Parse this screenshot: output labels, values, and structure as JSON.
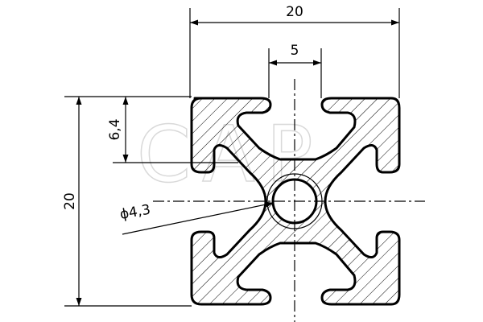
{
  "drawing": {
    "dimensions": {
      "overall_width": "20",
      "overall_height": "20",
      "slot_width": "5",
      "slot_depth": "6,4",
      "bore_diameter": "ϕ4,3"
    },
    "watermark": "CAP",
    "colors": {
      "line": "#000000",
      "hatch": "#000000",
      "watermark": "#d9d9d9"
    }
  }
}
